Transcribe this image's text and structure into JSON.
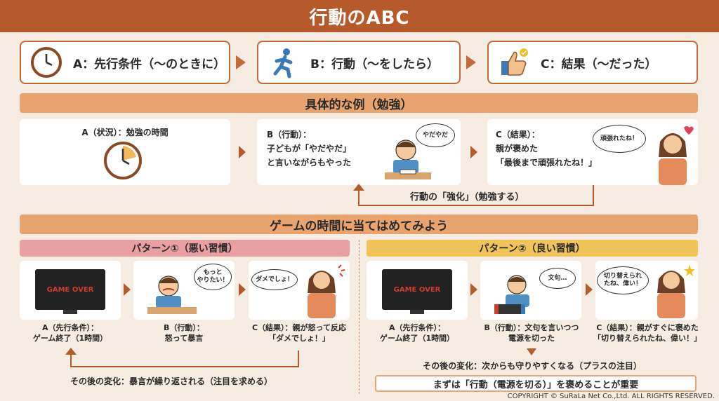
{
  "title": "行動のABC",
  "abc": {
    "a_label": "A：先行条件（〜のときに）",
    "b_label": "B：行動（〜をしたら）",
    "c_label": "C：結果（〜だった）"
  },
  "example": {
    "header": "具体的な例（勉強）",
    "a_text": "A（状況）：勉強の時間",
    "b_title": "B（行動）：",
    "b_line1": "子どもが「やだやだ」",
    "b_line2": "と言いながらもやった",
    "b_bubble": "やだやだ",
    "c_title": "C（結果）：",
    "c_line1": "親が褒めた",
    "c_line2": "「最後まで頑張れたね！」",
    "c_bubble": "頑張れたね！",
    "reinforce": "行動の「強化」（勉強する）"
  },
  "game": {
    "header": "ゲームの時間に当てはめてみよう",
    "bad": {
      "header": "パターン①（悪い習慣）",
      "tv_text": "GAME OVER",
      "a_line1": "A（先行条件）：",
      "a_line2": "ゲーム終了（1時間）",
      "b_line1": "B（行動）：",
      "b_line2": "怒って暴言",
      "b_bubble": "もっと\nやりたい！",
      "c_line1": "C（結果）：親が怒って反応",
      "c_line2": "「ダメでしょ！」",
      "c_bubble": "ダメでしょ！",
      "change": "その後の変化：暴言が繰り返される（注目を求める）"
    },
    "good": {
      "header": "パターン②（良い習慣）",
      "tv_text": "GAME OVER",
      "a_line1": "A（先行条件）：",
      "a_line2": "ゲーム終了（1時間）",
      "b_line1": "B（行動）：文句を言いつつ",
      "b_line2": "電源を切った",
      "b_bubble": "文句…",
      "c_line1": "C（結果）：親がすぐに褒めた",
      "c_line2": "「切り替えられたね、偉い！」",
      "c_bubble": "切り替えられ\nたね、偉い！",
      "change": "その後の変化：次からも守りやすくなる（プラスの注目）",
      "key": "まずは「行動（電源を切る）」を褒めることが重要"
    }
  },
  "copyright": "COPYRIGHT © SuRaLa Net Co.,Ltd. ALL RIGHTS RESERVED.",
  "colors": {
    "primary": "#b65a2c",
    "bar": "#e9a36e",
    "bad": "#e8a0a0",
    "good": "#f0c45a"
  }
}
